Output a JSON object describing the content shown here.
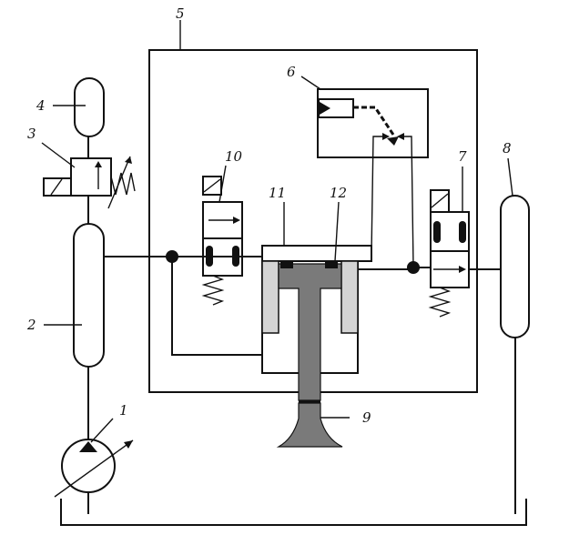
{
  "labels": {
    "l1": "1",
    "l2": "2",
    "l3": "3",
    "l4": "4",
    "l5": "5",
    "l6": "6",
    "l7": "7",
    "l8": "8",
    "l9": "9",
    "l10": "10",
    "l11": "11",
    "l12": "12"
  },
  "colors": {
    "line": "#111111",
    "accumulator_light": "#e6e6e6",
    "accumulator_dark": "#cfcfcf",
    "piston": "#7a7a7a",
    "cylinder_wall": "#d4d4d4",
    "seal": "#111111"
  }
}
